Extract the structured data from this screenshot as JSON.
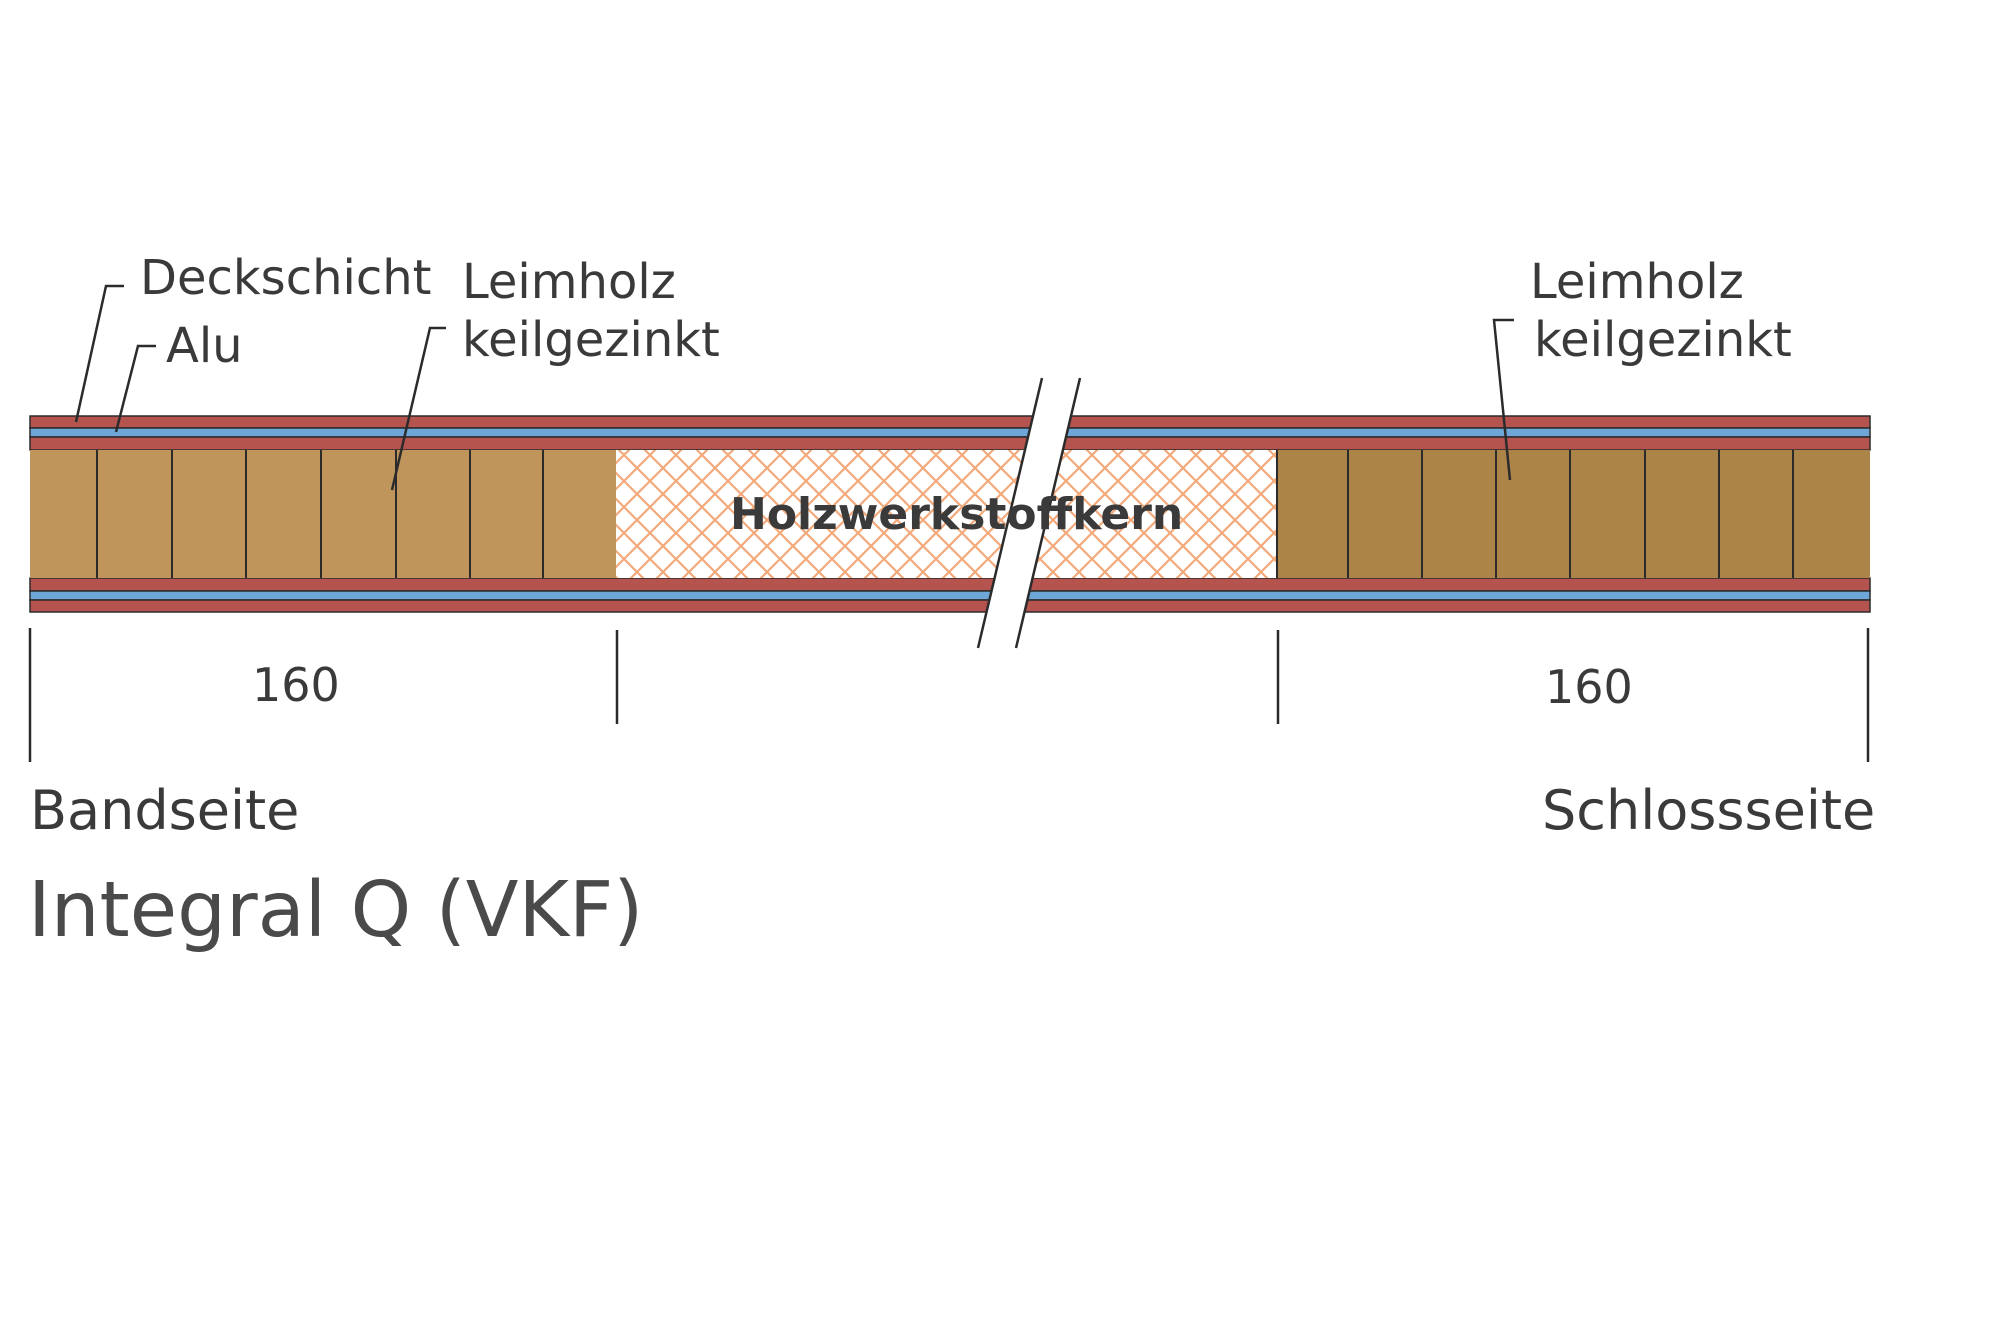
{
  "callouts": {
    "deckschicht": "Deckschicht",
    "alu": "Alu",
    "leimholz_left_1": "Leimholz",
    "leimholz_left_2": "keilgezinkt",
    "leimholz_right_1": "Leimholz",
    "leimholz_right_2": "keilgezinkt"
  },
  "core_label": "Holzwerkstoffkern",
  "dimensions": {
    "left": "160",
    "right": "160"
  },
  "sides": {
    "left": "Bandseite",
    "right": "Schlossseite"
  },
  "title": "Integral Q (VKF)",
  "colors": {
    "deckschicht": "#b5534f",
    "alu": "#6fa6d8",
    "leimholz_left": "#bf955c",
    "leimholz_right": "#ad8447",
    "core_hatch": "#f3a97a",
    "line": "#2b2b2b",
    "text": "#3a3a3a"
  }
}
